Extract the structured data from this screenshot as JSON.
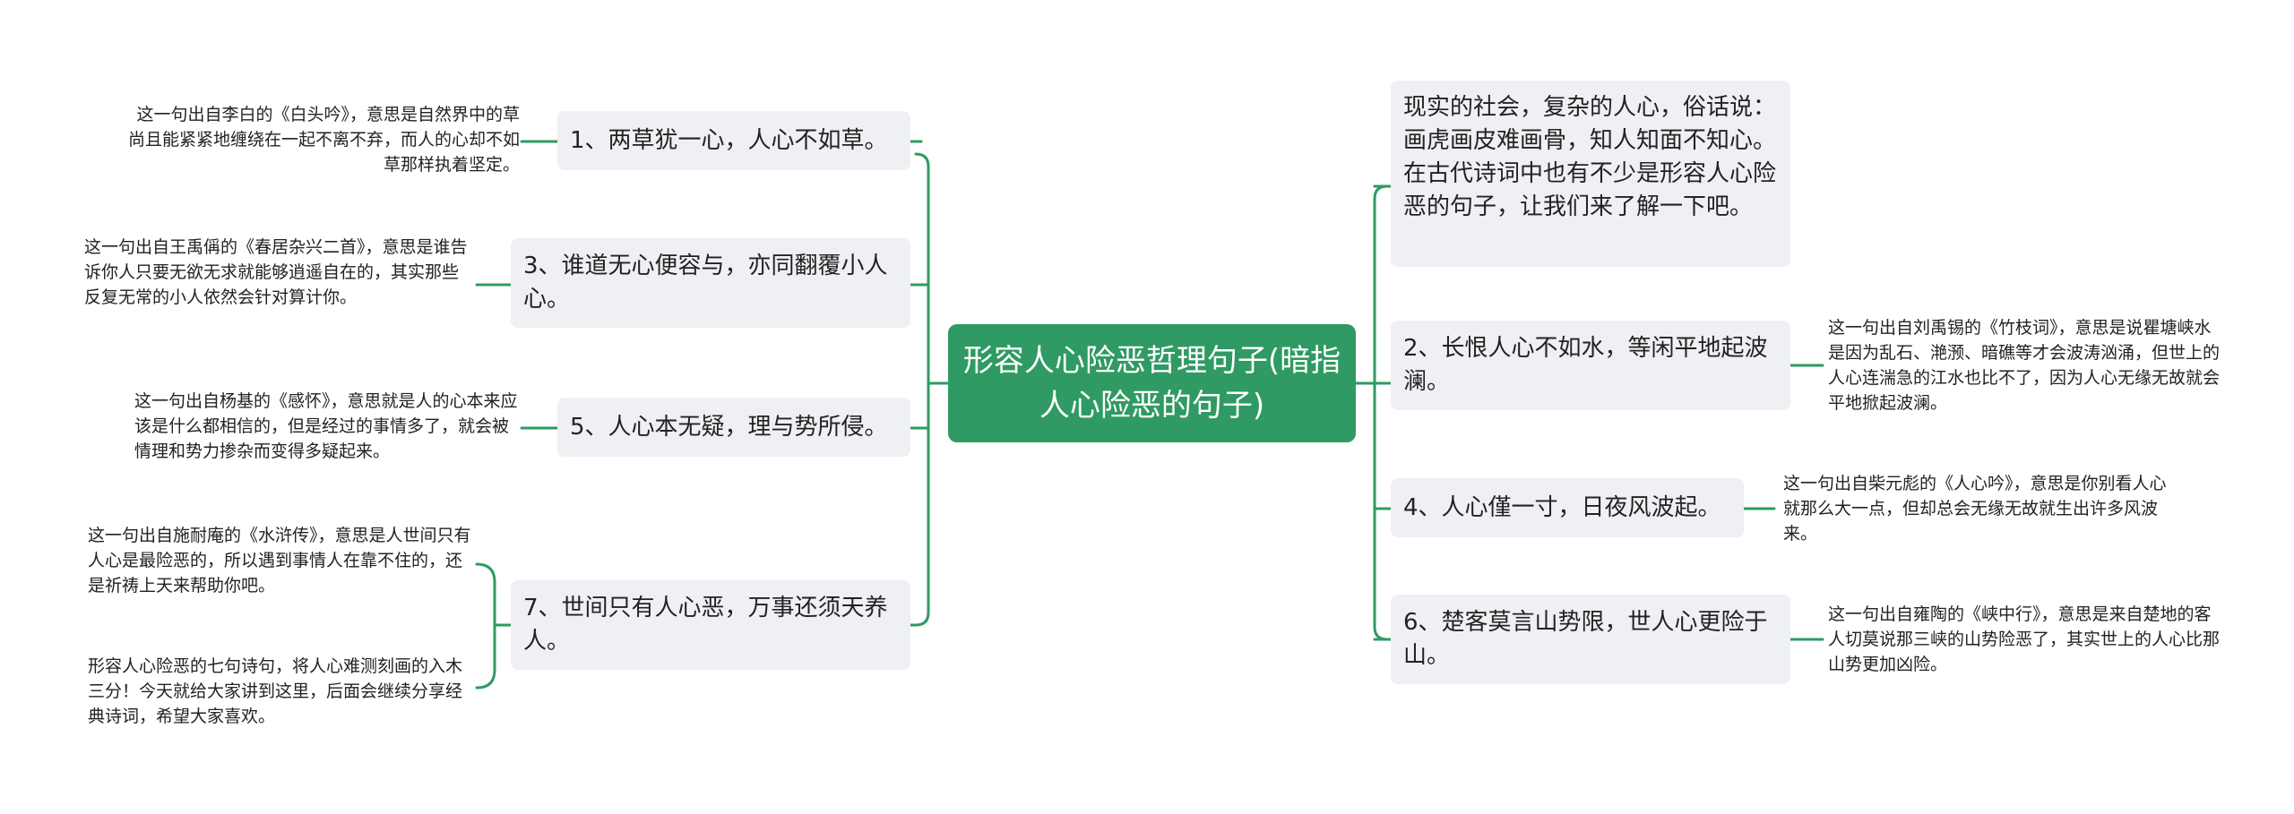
{
  "root": {
    "title": "形容人心险恶哲理句子(暗指人心险恶的句子)"
  },
  "left_branches": [
    {
      "label": "1、两草犹一心，人心不如草。",
      "notes": [
        "这一句出自李白的《白头吟》，意思是自然界中的草尚且能紧紧地缠绕在一起不离不弃，而人的心却不如草那样执着坚定。"
      ]
    },
    {
      "label": "3、谁道无心便容与，亦同翻覆小人心。",
      "notes": [
        "这一句出自王禹偁的《春居杂兴二首》，意思是谁告诉你人只要无欲无求就能够逍遥自在的，其实那些反复无常的小人依然会针对算计你。"
      ]
    },
    {
      "label": "5、人心本无疑，理与势所侵。",
      "notes": [
        "这一句出自杨基的《感怀》，意思就是人的心本来应该是什么都相信的，但是经过的事情多了，就会被情理和势力掺杂而变得多疑起来。"
      ]
    },
    {
      "label": "7、世间只有人心恶，万事还须天养人。",
      "notes": [
        "这一句出自施耐庵的《水浒传》，意思是人世间只有人心是最险恶的，所以遇到事情人在靠不住的，还是祈祷上天来帮助你吧。",
        "形容人心险恶的七句诗句，将人心难测刻画的入木三分！今天就给大家讲到这里，后面会继续分享经典诗词，希望大家喜欢。"
      ]
    }
  ],
  "right_branches": [
    {
      "label": "现实的社会，复杂的人心，俗话说：画虎画皮难画骨，知人知面不知心。在古代诗词中也有不少是形容人心险恶的句子，让我们来了解一下吧。",
      "notes": []
    },
    {
      "label": "2、长恨人心不如水，等闲平地起波澜。",
      "notes": [
        "这一句出自刘禹锡的《竹枝词》，意思是说瞿塘峡水是因为乱石、滟滪、暗礁等才会波涛汹涌，但世上的人心连湍急的江水也比不了，因为人心无缘无故就会平地掀起波澜。"
      ]
    },
    {
      "label": "4、人心僅一寸，日夜风波起。",
      "notes": [
        "这一句出自柴元彪的《人心吟》，意思是你别看人心就那么大一点，但却总会无缘无故就生出许多风波来。"
      ]
    },
    {
      "label": "6、楚客莫言山势限，世人心更险于山。",
      "notes": [
        "这一句出自雍陶的《峡中行》，意思是来自楚地的客人切莫说那三峡的山势险恶了，其实世上的人心比那山势更加凶险。"
      ]
    }
  ],
  "colors": {
    "accent": "#2f9a63",
    "node_bg": "#eef0f3",
    "text": "#222222"
  }
}
